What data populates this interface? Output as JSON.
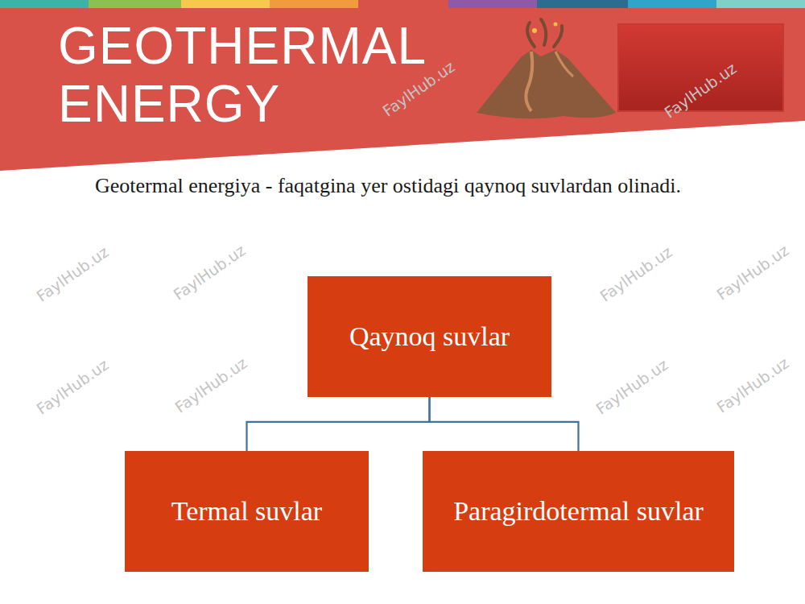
{
  "diagram": {
    "title": "GEOTHERMAL ENERGY",
    "nodes": [
      {
        "text": [
          "Qaynoq suvlar"
        ]
      },
      {
        "text": [
          "Termal suvlar"
        ]
      },
      {
        "text": [
          "Paragirdotermal suvlar"
        ]
      }
    ],
    "edges": [
      {
        "from": 0,
        "to": 1,
        "arrow": "none"
      },
      {
        "from": 0,
        "to": 2,
        "arrow": "none"
      }
    ],
    "labels": [
      "Geotermal energiya - faqatgina yer ostidagi qaynoq suvlardan olinadi.",
      "FaylHub.uz",
      "FaylHub.uz",
      "FaylHub.uz",
      "FaylHub.uz",
      "FaylHub.uz",
      "FaylHub.uz",
      "FaylHub.uz",
      "FaylHub.uz",
      "FaylHub.uz",
      "FaylHub.uz"
    ]
  }
}
